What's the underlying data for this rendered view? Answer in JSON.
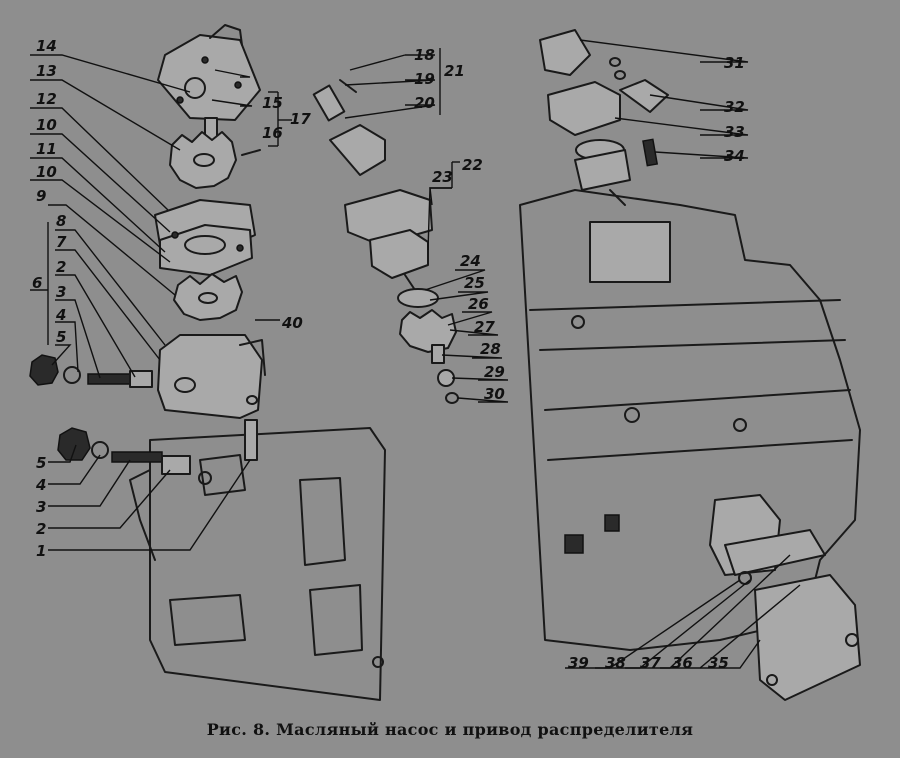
{
  "figure": {
    "caption": "Рис. 8. Масляный насос и привод распределителя"
  },
  "callouts": {
    "n1": "1",
    "n2a": "2",
    "n2b": "2",
    "n3a": "3",
    "n3b": "3",
    "n4a": "4",
    "n4b": "4",
    "n5a": "5",
    "n5b": "5",
    "n6": "6",
    "n7": "7",
    "n8": "8",
    "n9": "9",
    "n10a": "10",
    "n10b": "10",
    "n11": "11",
    "n12": "12",
    "n13": "13",
    "n14": "14",
    "n15": "15",
    "n16": "16",
    "n17": "17",
    "n18": "18",
    "n19": "19",
    "n20": "20",
    "n21": "21",
    "n22": "22",
    "n23": "23",
    "n24": "24",
    "n25": "25",
    "n26": "26",
    "n27": "27",
    "n28": "28",
    "n29": "29",
    "n30": "30",
    "n31": "31",
    "n32": "32",
    "n33": "33",
    "n34": "34",
    "n35": "35",
    "n36": "36",
    "n37": "37",
    "n38": "38",
    "n39": "39",
    "n40": "40"
  }
}
